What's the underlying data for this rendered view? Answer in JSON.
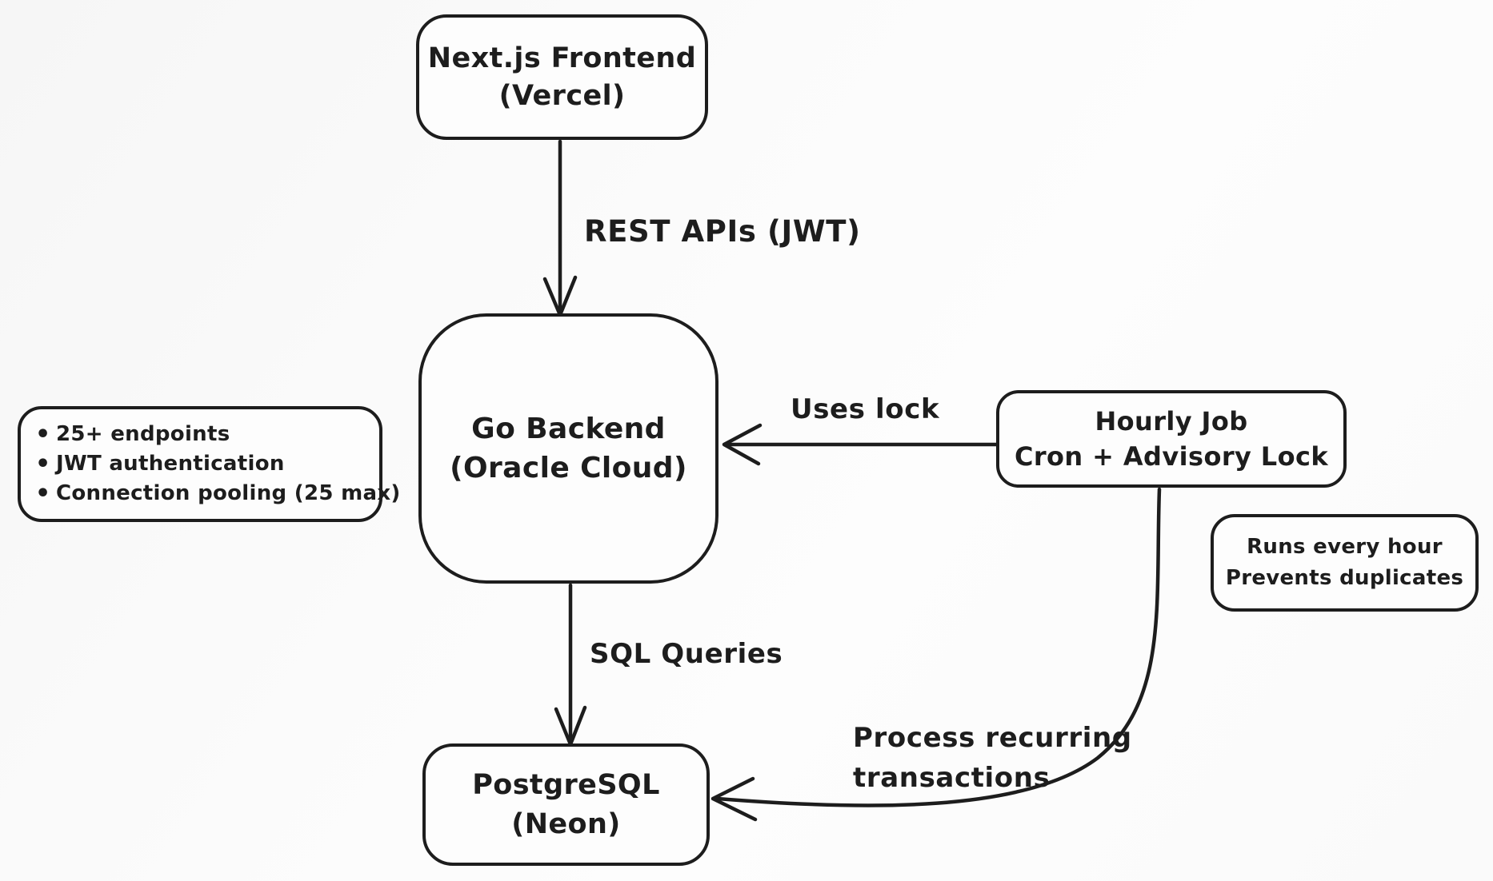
{
  "canvas": {
    "background_color": "#fafafa",
    "ink_color": "#1d1d1d",
    "style": "hand-drawn-architecture-diagram"
  },
  "nodes": {
    "frontend": {
      "line1": "Next.js Frontend",
      "line2": "(Vercel)"
    },
    "backend": {
      "line1": "Go Backend",
      "line2": "(Oracle Cloud)"
    },
    "hourly_job": {
      "line1": "Hourly Job",
      "line2": "Cron + Advisory Lock"
    },
    "postgres": {
      "line1": "PostgreSQL",
      "line2": "(Neon)"
    },
    "backend_notes": {
      "items": [
        "25+ endpoints",
        "JWT authentication",
        "Connection pooling (25 max)"
      ]
    },
    "job_notes": {
      "line1": "Runs every hour",
      "line2": "Prevents duplicates"
    }
  },
  "edges": {
    "frontend_to_backend": {
      "label": "REST APIs (JWT)",
      "direction": "frontend -> backend"
    },
    "job_to_backend": {
      "label": "Uses lock",
      "direction": "hourly_job -> backend"
    },
    "backend_to_postgres": {
      "label": "SQL Queries",
      "direction": "backend -> postgres"
    },
    "job_to_postgres": {
      "label_line1": "Process recurring",
      "label_line2": "transactions",
      "direction": "hourly_job -> postgres"
    }
  }
}
